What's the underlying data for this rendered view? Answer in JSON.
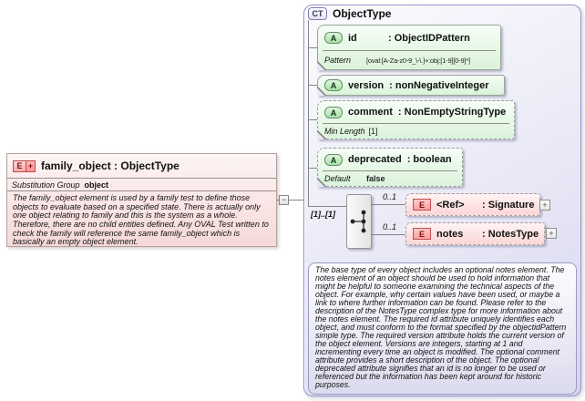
{
  "left_element": {
    "icon_letter": "E",
    "icon_plus": "+",
    "title": "family_object : ObjectType",
    "substitution_label": "Substitution Group",
    "substitution_value": "object",
    "description": "The family_object element is used by a family test to define those objects to evaluate based on a specified state. There is actually only one object relating to family and this is the system as a whole. Therefore, there are no child entities defined. Any OVAL Test written to check the family will reference the same family_object which is basically an empty object element."
  },
  "connector": {
    "collapse_glyph": "−"
  },
  "complex_type": {
    "badge": "CT",
    "title": "ObjectType",
    "attributes": [
      {
        "icon": "A",
        "name": "id",
        "type": ": ObjectIDPattern",
        "facets": [
          {
            "label": "Pattern",
            "value": "[oval:[A-Za-z0-9_\\-\\.]+:obj:[1-9][0-9]*]"
          }
        ]
      },
      {
        "icon": "A",
        "name": "version",
        "type": ": nonNegativeInteger",
        "facets": []
      },
      {
        "icon": "A",
        "name": "comment",
        "type": ": NonEmptyStringType",
        "facets": [
          {
            "label": "Min Length",
            "value": "[1]"
          }
        ]
      },
      {
        "icon": "A",
        "name": "deprecated",
        "type": ": boolean",
        "facets": [
          {
            "label": "Default",
            "value": "false"
          }
        ]
      }
    ],
    "content_model": {
      "cardinality": "[1]..[1]",
      "elements": [
        {
          "icon": "E",
          "name": "<Ref>",
          "type": ": Signature",
          "cardinality": "0..1",
          "expand": "+"
        },
        {
          "icon": "E",
          "name": "notes",
          "type": ": NotesType",
          "cardinality": "0..1",
          "expand": "+"
        }
      ]
    },
    "description": "The base type of every object includes an optional notes element. The notes element of an object should be used to hold information that might be helpful to someone examining the technical aspects of the object. For example, why certain values have been used, or maybe a link to where further information can be found. Please refer to the description of the NotesType complex type for more information about the notes element. The required id attribute uniquely identifies each object, and must conform to the format specified by the objectidPattern simple type. The required version attribute holds the current version of the object element. Versions are integers, starting at 1 and incrementing every time an object is modified. The optional comment attribute provides a short description of the object. The optional deprecated attribute signifies that an id is no longer to be used or referenced but the information has been kept around for historic purposes."
  },
  "colors": {
    "attribute_green": "#dff5df",
    "element_pink": "#fbd6d6",
    "container_lavender": "#e6e6f5",
    "line_gray": "#858585",
    "icon_red_border": "#c05050",
    "icon_green_border": "#6a8a6a"
  }
}
